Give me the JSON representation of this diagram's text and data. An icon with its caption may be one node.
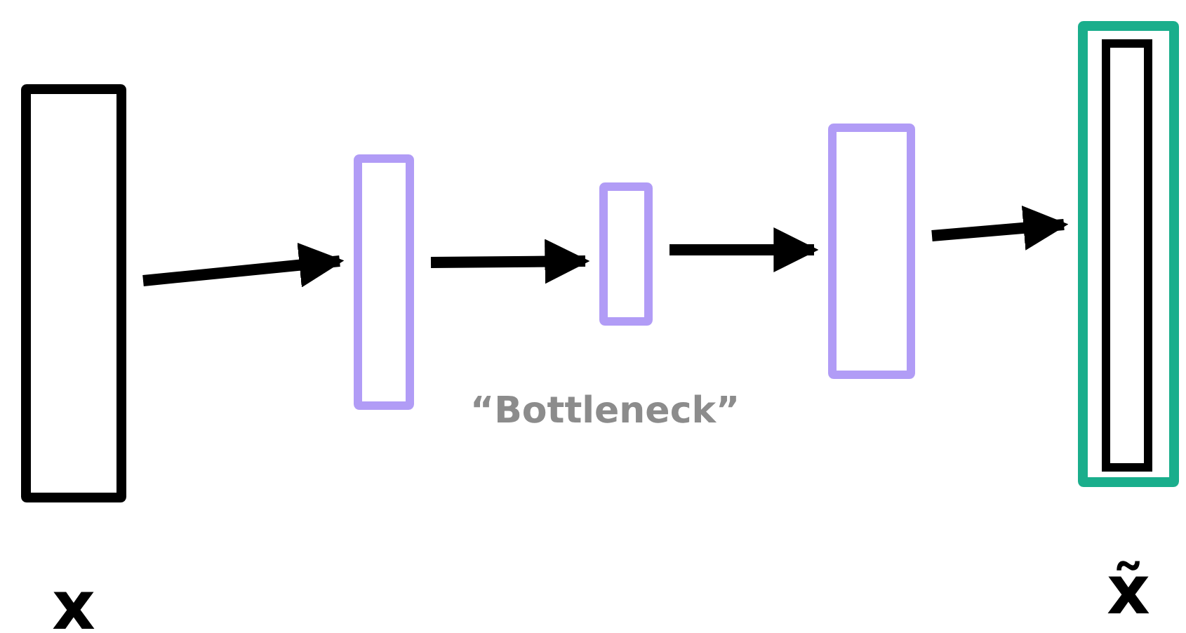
{
  "diagram": {
    "nodes": [
      {
        "text": [],
        "shape": "bar",
        "beside": [
          "x"
        ]
      },
      {
        "text": [],
        "shape": "bar"
      },
      {
        "text": [],
        "shape": "bar"
      },
      {
        "text": [],
        "shape": "bar"
      },
      {
        "text": [],
        "shape": "bar",
        "beside": [
          "x̃"
        ]
      }
    ],
    "edges": [
      {
        "from": 0,
        "to": 1,
        "arrow": "to"
      },
      {
        "from": 1,
        "to": 2,
        "arrow": "to"
      },
      {
        "from": 2,
        "to": 3,
        "arrow": "to"
      },
      {
        "from": 3,
        "to": 4,
        "arrow": "to"
      }
    ],
    "labels": [
      "“Bottleneck”"
    ]
  }
}
